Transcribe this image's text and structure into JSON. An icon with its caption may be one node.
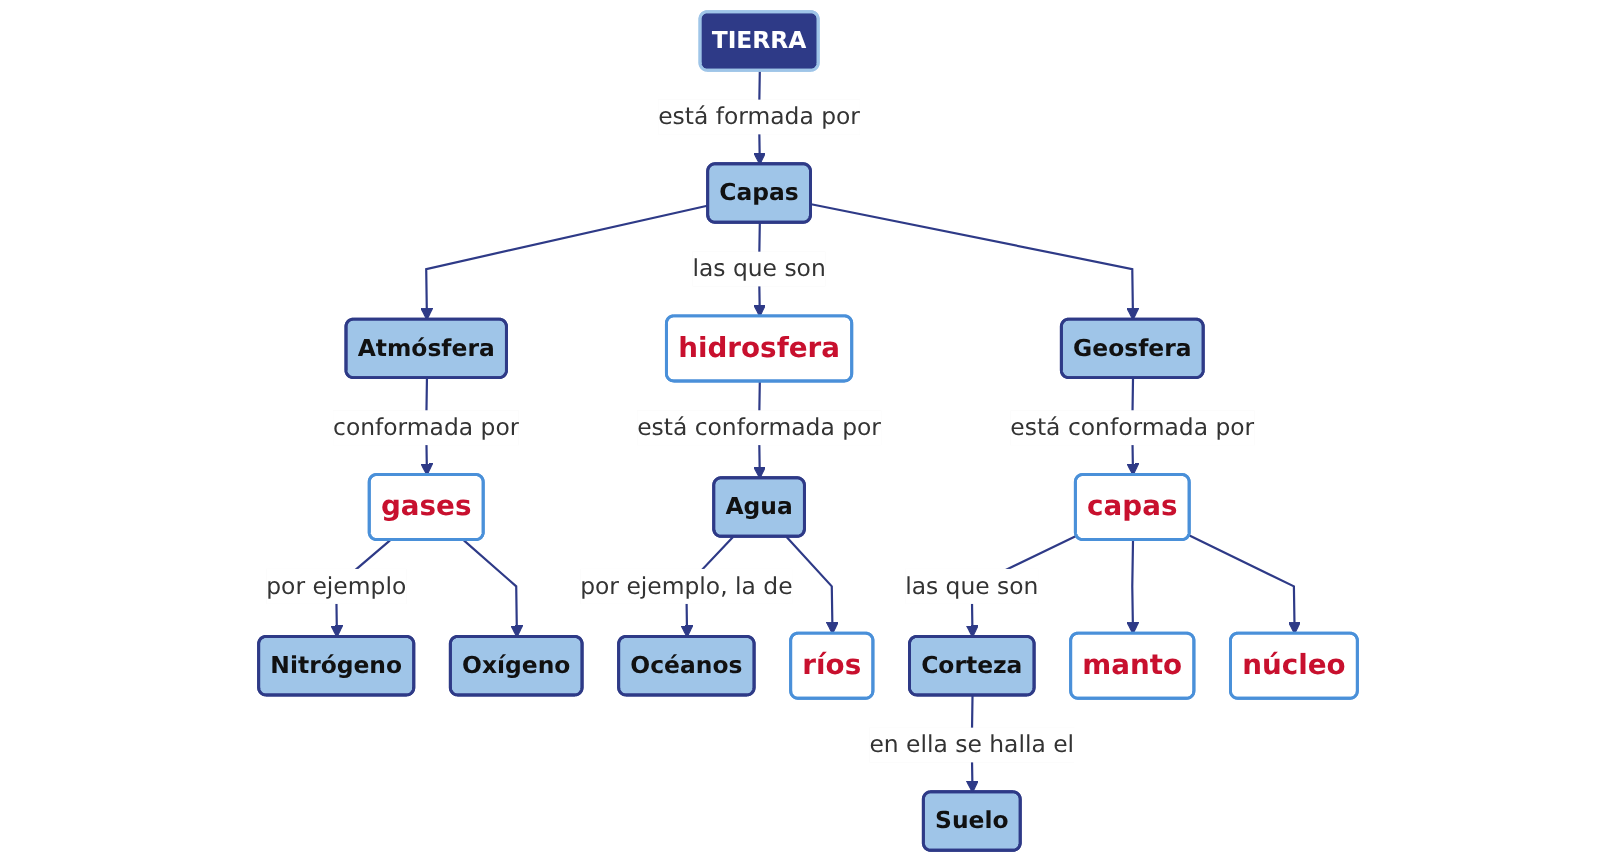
{
  "diagram": {
    "nodes": [
      {
        "text": [
          "TIERRA"
        ]
      },
      {
        "text": [
          "Capas"
        ]
      },
      {
        "text": [
          "Atmósfera"
        ]
      },
      {
        "text": [
          "hidrosfera"
        ]
      },
      {
        "text": [
          "Geosfera"
        ]
      },
      {
        "text": [
          "gases"
        ]
      },
      {
        "text": [
          "Agua"
        ]
      },
      {
        "text": [
          "capas"
        ]
      },
      {
        "text": [
          "Nitrógeno"
        ]
      },
      {
        "text": [
          "Oxígeno"
        ]
      },
      {
        "text": [
          "Océanos"
        ]
      },
      {
        "text": [
          "ríos"
        ]
      },
      {
        "text": [
          "Corteza"
        ]
      },
      {
        "text": [
          "manto"
        ]
      },
      {
        "text": [
          "núcleo"
        ]
      },
      {
        "text": [
          "Suelo"
        ]
      }
    ],
    "edges": [
      {
        "from": 0,
        "to": 1,
        "arrow": "to",
        "label": "está formada por"
      },
      {
        "from": 1,
        "to": 2,
        "arrow": "to"
      },
      {
        "from": 1,
        "to": 3,
        "arrow": "to",
        "label": "las que son"
      },
      {
        "from": 1,
        "to": 4,
        "arrow": "to"
      },
      {
        "from": 2,
        "to": 5,
        "arrow": "to",
        "label": "conformada por"
      },
      {
        "from": 3,
        "to": 6,
        "arrow": "to",
        "label": "está conformada por"
      },
      {
        "from": 4,
        "to": 7,
        "arrow": "to",
        "label": "está conformada por"
      },
      {
        "from": 5,
        "to": 8,
        "arrow": "to",
        "label": "por ejemplo"
      },
      {
        "from": 5,
        "to": 9,
        "arrow": "to"
      },
      {
        "from": 6,
        "to": 10,
        "arrow": "to",
        "label": "por ejemplo, la de"
      },
      {
        "from": 6,
        "to": 11,
        "arrow": "to"
      },
      {
        "from": 7,
        "to": 12,
        "arrow": "to",
        "label": "las que son"
      },
      {
        "from": 7,
        "to": 13,
        "arrow": "to"
      },
      {
        "from": 7,
        "to": 14,
        "arrow": "to"
      },
      {
        "from": 12,
        "to": 15,
        "arrow": "to",
        "label": "en ella se halla el"
      }
    ]
  }
}
